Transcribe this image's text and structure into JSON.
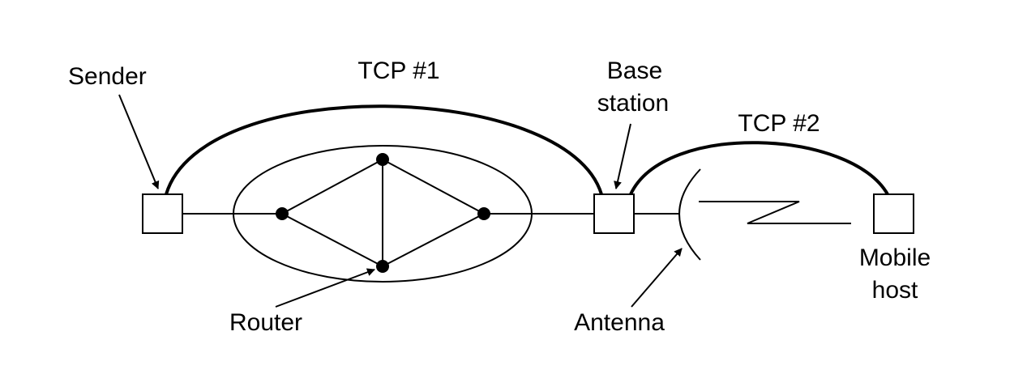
{
  "labels": {
    "sender": "Sender",
    "tcp1": "TCP #1",
    "base_station_line1": "Base",
    "base_station_line2": "station",
    "tcp2": "TCP #2",
    "mobile_host_line1": "Mobile",
    "mobile_host_line2": "host",
    "router": "Router",
    "antenna": "Antenna"
  }
}
